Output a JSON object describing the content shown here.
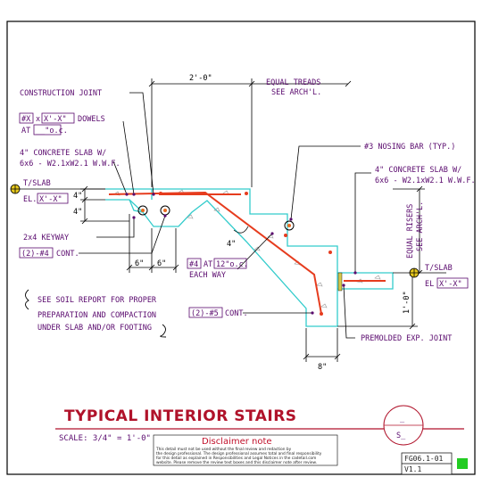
{
  "labels": {
    "construction_joint": "CONSTRUCTION JOINT",
    "dowels_line1_a": "#X",
    "dowels_line1_x": "x",
    "dowels_line1_b": "X'-X\"",
    "dowels_line1_c": "DOWELS",
    "dowels_line2_a": "AT",
    "dowels_line2_b": "__\"o.c.",
    "slab_left_1": "4\" CONCRETE SLAB W/",
    "slab_left_2": "6x6 - W2.1xW2.1 W.W.F.",
    "tslab_left": "T/SLAB",
    "el_left_a": "EL.",
    "el_left_b": "X'-X\"",
    "keyway": "2x4 KEYWAY",
    "cont_left_a": "(2)-#4",
    "cont_left_b": "CONT.",
    "dim_four_1": "4\"",
    "dim_four_2": "4\"",
    "dim_six_1": "6\"",
    "dim_six_2": "6\"",
    "soil_1": "SEE SOIL REPORT FOR PROPER",
    "soil_2": "PREPARATION AND COMPACTION",
    "soil_3": "UNDER SLAB AND/OR FOOTING",
    "dim_top": "2'-0\"",
    "equal_treads_1": "EQUAL TREADS",
    "equal_treads_2": "SEE ARCH'L.",
    "nosing": "#3 NOSING BAR (TYP.)",
    "slab_right_1": "4\" CONCRETE SLAB W/",
    "slab_right_2": "6x6 - W2.1xW2.1 W.W.F.",
    "equal_risers_1": "EQUAL RISERS",
    "equal_risers_2": "SEE ARCH'L.",
    "tslab_right": "T/SLAB",
    "el_right_a": "EL",
    "el_right_b": "X'-X\"",
    "dim_one_foot": "1'-0\"",
    "dim_four_angle": "4\"",
    "bar4_a": "#4",
    "bar4_b": "AT",
    "bar4_c": "12\"o.c.",
    "bar4_d": "EACH WAY",
    "cont_right_a": "(2)-#5",
    "cont_right_b": "CONT.",
    "premolded": "PREMOLDED EXP. JOINT",
    "dim_eight": "8\""
  },
  "titleblock": {
    "title": "TYPICAL INTERIOR STAIRS",
    "scale": "SCALE: 3/4\" = 1'-0\"",
    "bubble_top": "_",
    "bubble_bottom": "S_",
    "disclaimer_title": "Disclaimer note",
    "disclaimer_lines": [
      "This detail must not be used without the final review and redaction by",
      "the design professional. The design professional assumes total and final responsibility",
      "for this detail as explained in Responsibilities and Legal Notices in the cadetail.com",
      "website. Please remove the review text boxes and this disclaimer note after review."
    ],
    "sheet_code": "FG06.1-01",
    "version": "V1.1"
  },
  "colors": {
    "frame": "#000000",
    "concrete": "#33cccc",
    "rebar": "#e63c1e",
    "leader": "#000000",
    "label": "#5a0a6e",
    "title": "#b0122a",
    "status_square": "#22cc22"
  }
}
